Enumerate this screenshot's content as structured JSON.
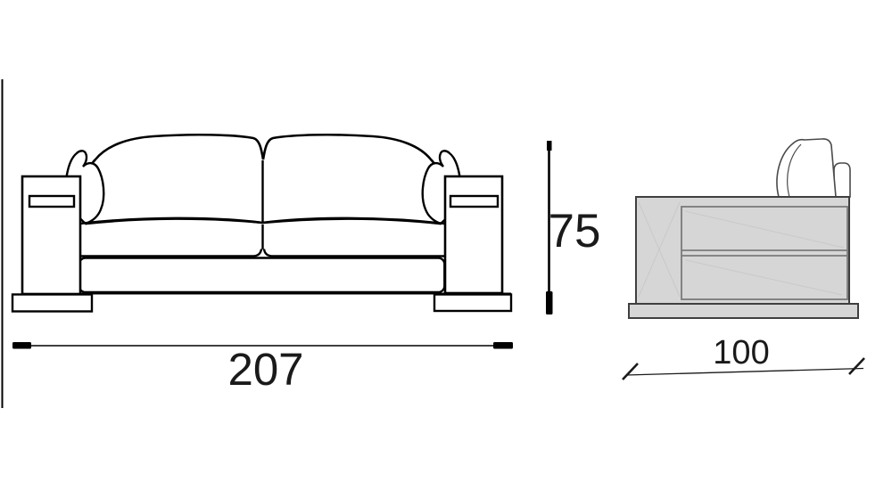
{
  "dimensions": {
    "width": {
      "label": "207"
    },
    "height": {
      "label": "75"
    },
    "depth": {
      "label": "100"
    }
  },
  "colors": {
    "line_black": "#000000",
    "side_view_fill": "#d6d6d6",
    "side_view_outline": "#3f3f3f",
    "panel_outline": "#7a7a7a",
    "hatch_line": "#c9c9c9",
    "background": "#ffffff"
  }
}
